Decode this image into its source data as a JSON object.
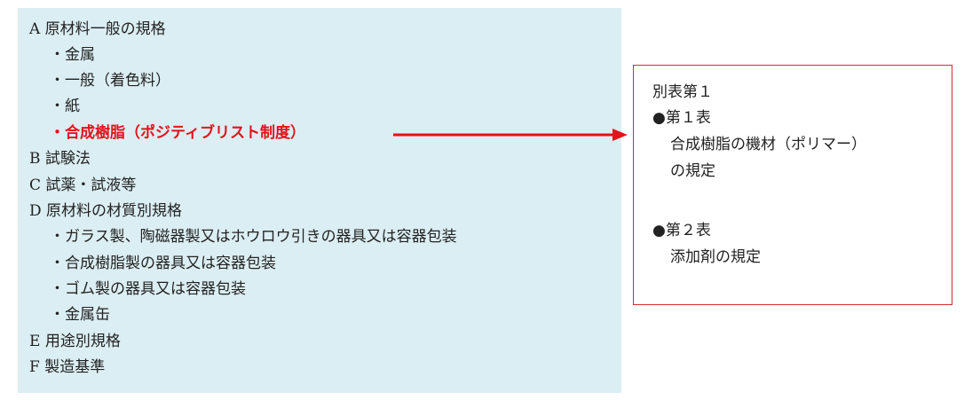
{
  "left_panel": {
    "lines": [
      "A  原材料一般の規格",
      "・金属",
      "・一般（着色料）",
      "・紙",
      "・合成樹脂（ポジティブリスト制度）",
      "B  試験法",
      "C  試薬・試液等",
      "D  原材料の材質別規格",
      "・ガラス製、陶磁器製又はホウロウ引きの器具又は容器包装",
      "・合成樹脂製の器具又は容器包装",
      "・ゴム製の器具又は容器包装",
      "・金属缶",
      "E  用途別規格",
      "F  製造基準"
    ]
  },
  "right_box": {
    "lines": [
      "別表第１",
      "●第１表",
      "合成樹脂の機材（ポリマー）",
      "の規定",
      "●第２表",
      "添加剤の規定"
    ]
  },
  "colors": {
    "panel_background": "#dbeef3",
    "highlight": "#e3121b",
    "box_border": "#d32f2f"
  }
}
